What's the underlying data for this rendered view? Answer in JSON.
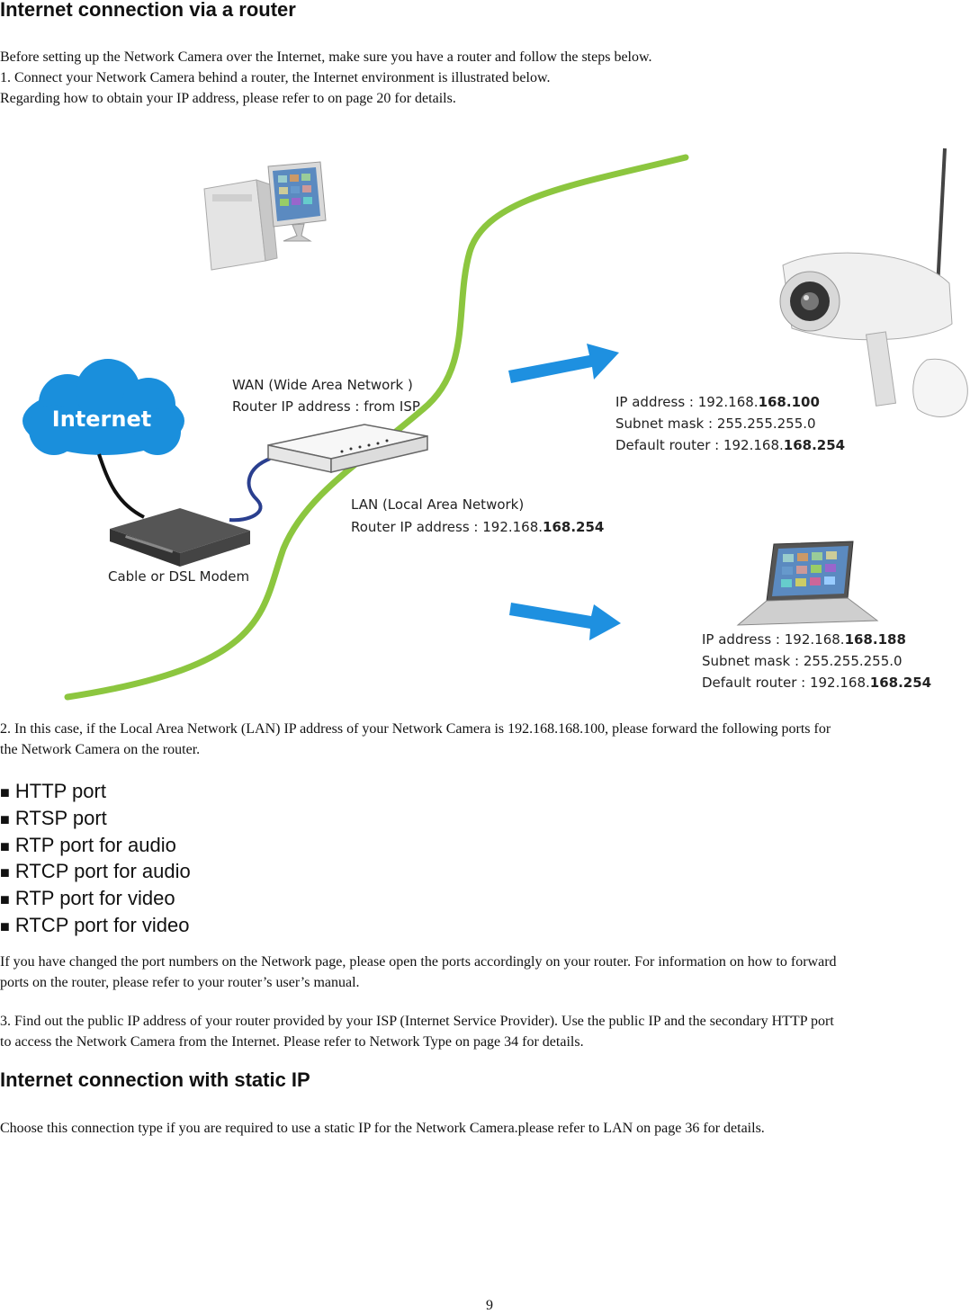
{
  "heading1": "Internet connection via a router",
  "intro": {
    "line1": "Before setting up the Network Camera over the Internet, make sure you have a router and follow the steps below.",
    "line2": "1. Connect your Network Camera behind a router, the Internet environment is illustrated below.",
    "line3": "Regarding how to obtain your IP address, please refer to on page 20 for details."
  },
  "diagram": {
    "internet_label": "Internet",
    "wan_line1": "WAN (Wide Area Network )",
    "wan_line2": "Router IP address : from ISP",
    "lan_line1": "LAN (Local Area Network)",
    "lan_line2_prefix": "Router IP address : 192.168.",
    "lan_line2_bold": "168.254",
    "modem_label": "Cable or DSL Modem",
    "camera": {
      "ip_prefix": "IP address : 192.168.",
      "ip_bold": "168.100",
      "subnet": "Subnet mask : 255.255.255.0",
      "router_prefix": "Default router : 192.168.",
      "router_bold": "168.254"
    },
    "laptop": {
      "ip_prefix": "IP address : 192.168.",
      "ip_bold": "168.188",
      "subnet": "Subnet mask : 255.255.255.0",
      "router_prefix": "Default router : 192.168.",
      "router_bold": "168.254"
    },
    "colors": {
      "cable_green": "#8cc63f",
      "arrow_blue": "#1e90e0",
      "cloud_blue": "#1a8fdc",
      "lan_cable": "#2a3f8f"
    }
  },
  "step2": {
    "line1": "2. In this case, if the Local Area Network (LAN) IP address of your Network Camera is 192.168.168.100, please forward the following ports for",
    "line2": "the Network Camera on the router."
  },
  "bullet_symbol": "■",
  "ports": [
    "HTTP port",
    "RTSP port",
    "RTP port for audio",
    "RTCP port for audio",
    "RTP port for video",
    "RTCP port for video"
  ],
  "changed_ports": {
    "line1": "If you have changed the port numbers on the Network page, please open the ports accordingly on your router. For information on how to forward",
    "line2": "ports on the router, please refer to your router’s user’s manual."
  },
  "step3": {
    "line1": "3. Find out the public IP address of your router provided by your ISP (Internet Service Provider). Use the public IP and the secondary HTTP port",
    "line2": "to access the Network Camera from the Internet. Please refer to Network Type on page 34 for details."
  },
  "heading2": "Internet connection with static IP",
  "static_ip": "Choose this connection type if you are required to use a static IP for the Network Camera.please refer to LAN on page 36 for details.",
  "page_number": "9"
}
